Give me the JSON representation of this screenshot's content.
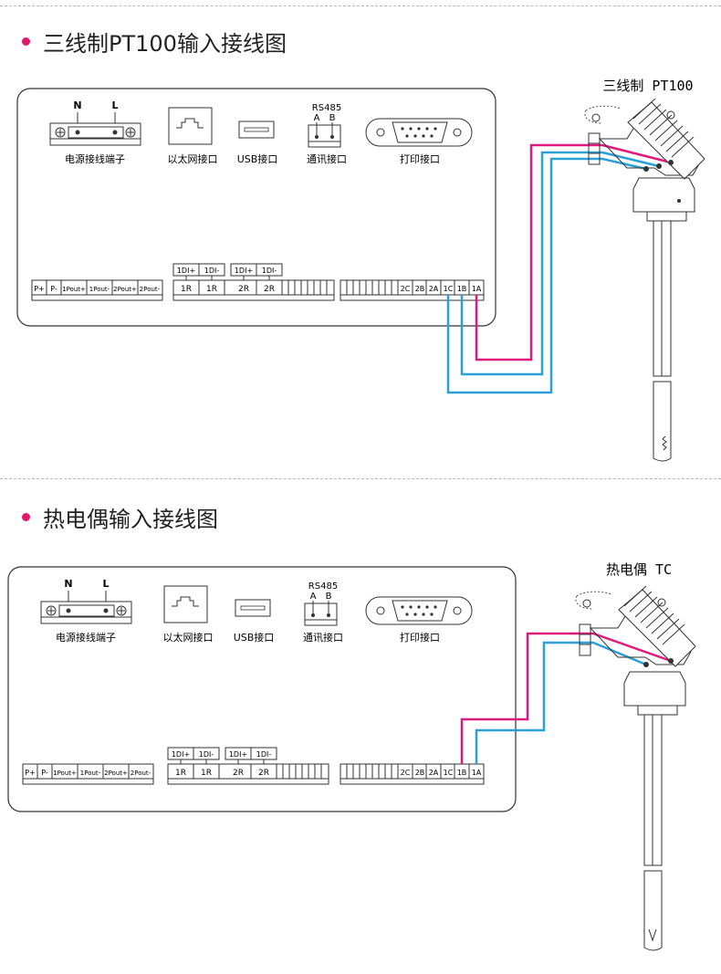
{
  "section1": {
    "title": "三线制PT100输入接线图",
    "sensor_label": "三线制 PT100",
    "panel": {
      "power_label": "电源接线端子",
      "power_n": "N",
      "power_l": "L",
      "ethernet_label": "以太网接口",
      "usb_label": "USB接口",
      "comm_label": "通讯接口",
      "rs485": "RS485",
      "rs485_a": "A",
      "rs485_b": "B",
      "print_label": "打印接口"
    },
    "terminals_left": [
      "P+",
      "P-",
      "1Pout+",
      "1Pout-",
      "2Pout+",
      "2Pout-"
    ],
    "di_labels": [
      "1DI+",
      "1DI-",
      "1DI+",
      "1DI-"
    ],
    "r_labels": [
      "1R",
      "1R",
      "2R",
      "2R"
    ],
    "terminals_right": [
      "2C",
      "2B",
      "2A",
      "1C",
      "1B",
      "1A"
    ]
  },
  "section2": {
    "title": "热电偶输入接线图",
    "sensor_label": "热电偶 TC",
    "panel": {
      "power_label": "电源接线端子",
      "power_n": "N",
      "power_l": "L",
      "ethernet_label": "以太网接口",
      "usb_label": "USB接口",
      "comm_label": "通讯接口",
      "rs485": "RS485",
      "rs485_a": "A",
      "rs485_b": "B",
      "print_label": "打印接口"
    },
    "terminals_left": [
      "P+",
      "P-",
      "1Pout+",
      "1Pout-",
      "2Pout+",
      "2Pout-"
    ],
    "di_labels": [
      "1DI+",
      "1DI-",
      "1DI+",
      "1DI-"
    ],
    "r_labels": [
      "1R",
      "1R",
      "2R",
      "2R"
    ],
    "terminals_right": [
      "2C",
      "2B",
      "2A",
      "1C",
      "1B",
      "1A"
    ]
  },
  "colors": {
    "wire_pink": "#e0197d",
    "wire_blue": "#2a9fd8",
    "bullet": "#e0196e",
    "line": "#333333"
  }
}
